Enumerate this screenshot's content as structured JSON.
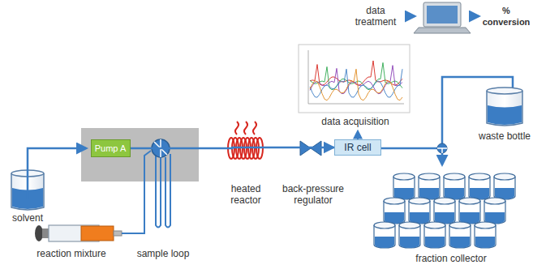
{
  "diagram": {
    "nodes": [
      {
        "text": [
          "Pump A"
        ]
      },
      {
        "text": [
          "IR cell"
        ]
      }
    ],
    "edges": [
      {
        "from": 0,
        "to": 1,
        "arrow": "to"
      }
    ],
    "labels": [
      "solvent",
      "reaction mixture",
      "sample loop",
      "heated reactor",
      "back-pressure regulator",
      "data acquisition",
      "data treatment",
      "% conversion",
      "waste bottle",
      "fraction collector"
    ]
  }
}
